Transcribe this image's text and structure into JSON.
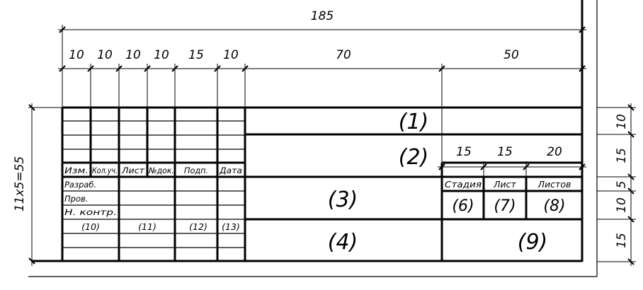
{
  "dimensions": {
    "overall_width": "185",
    "column_widths": [
      "10",
      "10",
      "10",
      "10",
      "15",
      "10",
      "70",
      "50"
    ],
    "sub_widths": [
      "15",
      "15",
      "20"
    ],
    "row_heights": [
      "10",
      "15",
      "5",
      "10",
      "15"
    ],
    "left_height": "11x5=55"
  },
  "headers": [
    "Изм.",
    "Кол.уч.",
    "Лист",
    "№док.",
    "Подп.",
    "Дата"
  ],
  "row_labels": [
    "Разраб.",
    "Пров.",
    "Н. контр."
  ],
  "field_numbers": {
    "f1": "(1)",
    "f2": "(2)",
    "f3": "(3)",
    "f4": "(4)",
    "f6": "(6)",
    "f7": "(7)",
    "f8": "(8)",
    "f9": "(9)",
    "f10": "(10)",
    "f11": "(11)",
    "f12": "(12)",
    "f13": "(13)"
  },
  "small_headers": [
    "Стадия",
    "Лист",
    "Листов"
  ]
}
